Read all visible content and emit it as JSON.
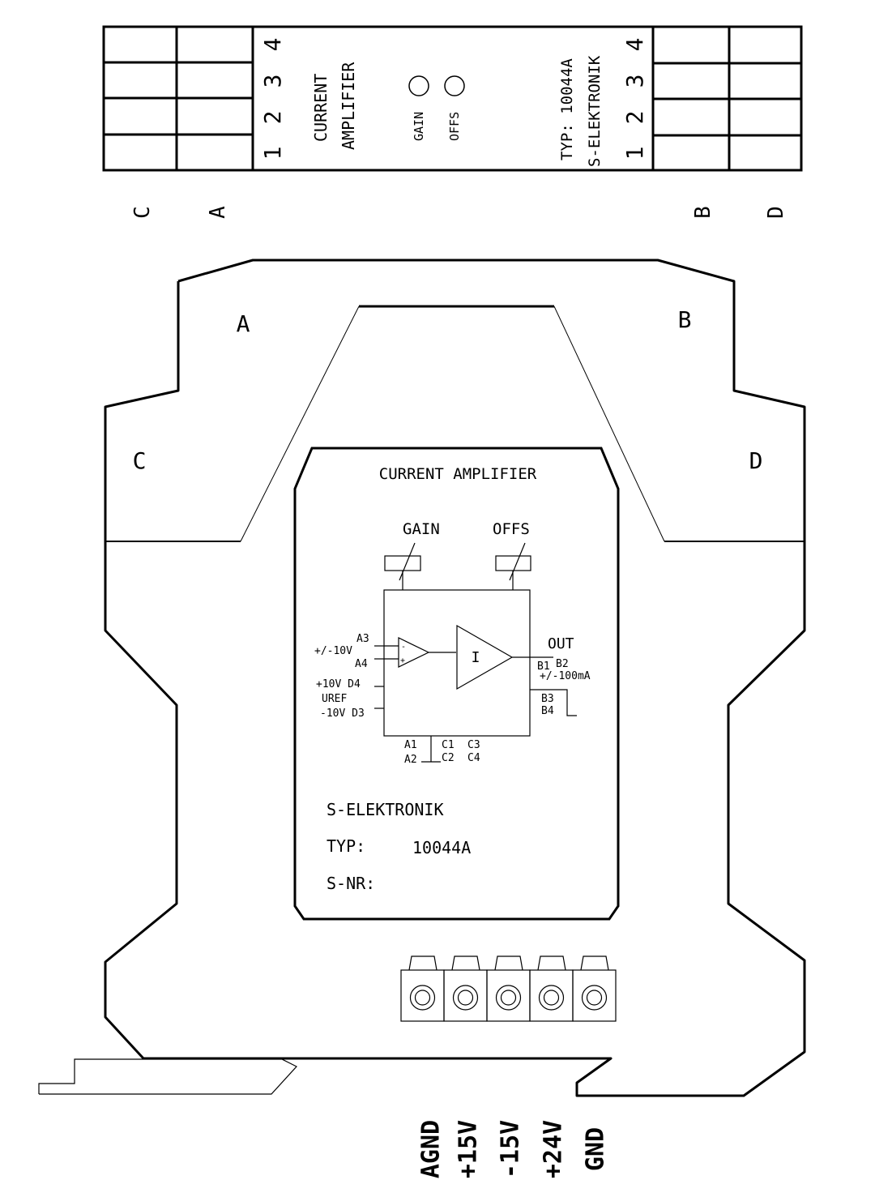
{
  "top_strip": {
    "title_line1": "CURRENT",
    "title_line2": "AMPLIFIER",
    "gain_label": "GAIN",
    "offs_label": "OFFS",
    "type_line": "TYP: 10044A",
    "maker_line": "S-ELEKTRONIK",
    "left_pins": [
      "1",
      "2",
      "3",
      "4"
    ],
    "right_pins": [
      "1",
      "2",
      "3",
      "4"
    ],
    "block_letters": {
      "c": "C",
      "a": "A",
      "b": "B",
      "d": "D"
    }
  },
  "housing": {
    "corner_labels": {
      "a": "A",
      "b": "B",
      "c": "C",
      "d": "D"
    }
  },
  "front_panel": {
    "title": "CURRENT AMPLIFIER",
    "gain_label": "GAIN",
    "offs_label": "OFFS",
    "opamp_label": "I",
    "out_label": "OUT",
    "pins": {
      "a3": "A3",
      "input_range": "+/-10V",
      "a4": "A4",
      "plus10_d4": "+10V D4",
      "uref": "UREF",
      "minus10_d3": "-10V D3",
      "b1": "B1",
      "b2": "B2",
      "output_range": "+/-100mA",
      "b3": "B3",
      "b4": "B4",
      "a1": "A1",
      "a2": "A2",
      "c1": "C1",
      "c2": "C2",
      "c3": "C3",
      "c4": "C4"
    },
    "maker": "S-ELEKTRONIK",
    "typ_label": "TYP:",
    "typ_value": "10044A",
    "snr_label": "S-NR:",
    "snr_value": ""
  },
  "power_terminals": {
    "labels": [
      "AGND",
      "+15V",
      "-15V",
      "+24V",
      "GND"
    ]
  }
}
